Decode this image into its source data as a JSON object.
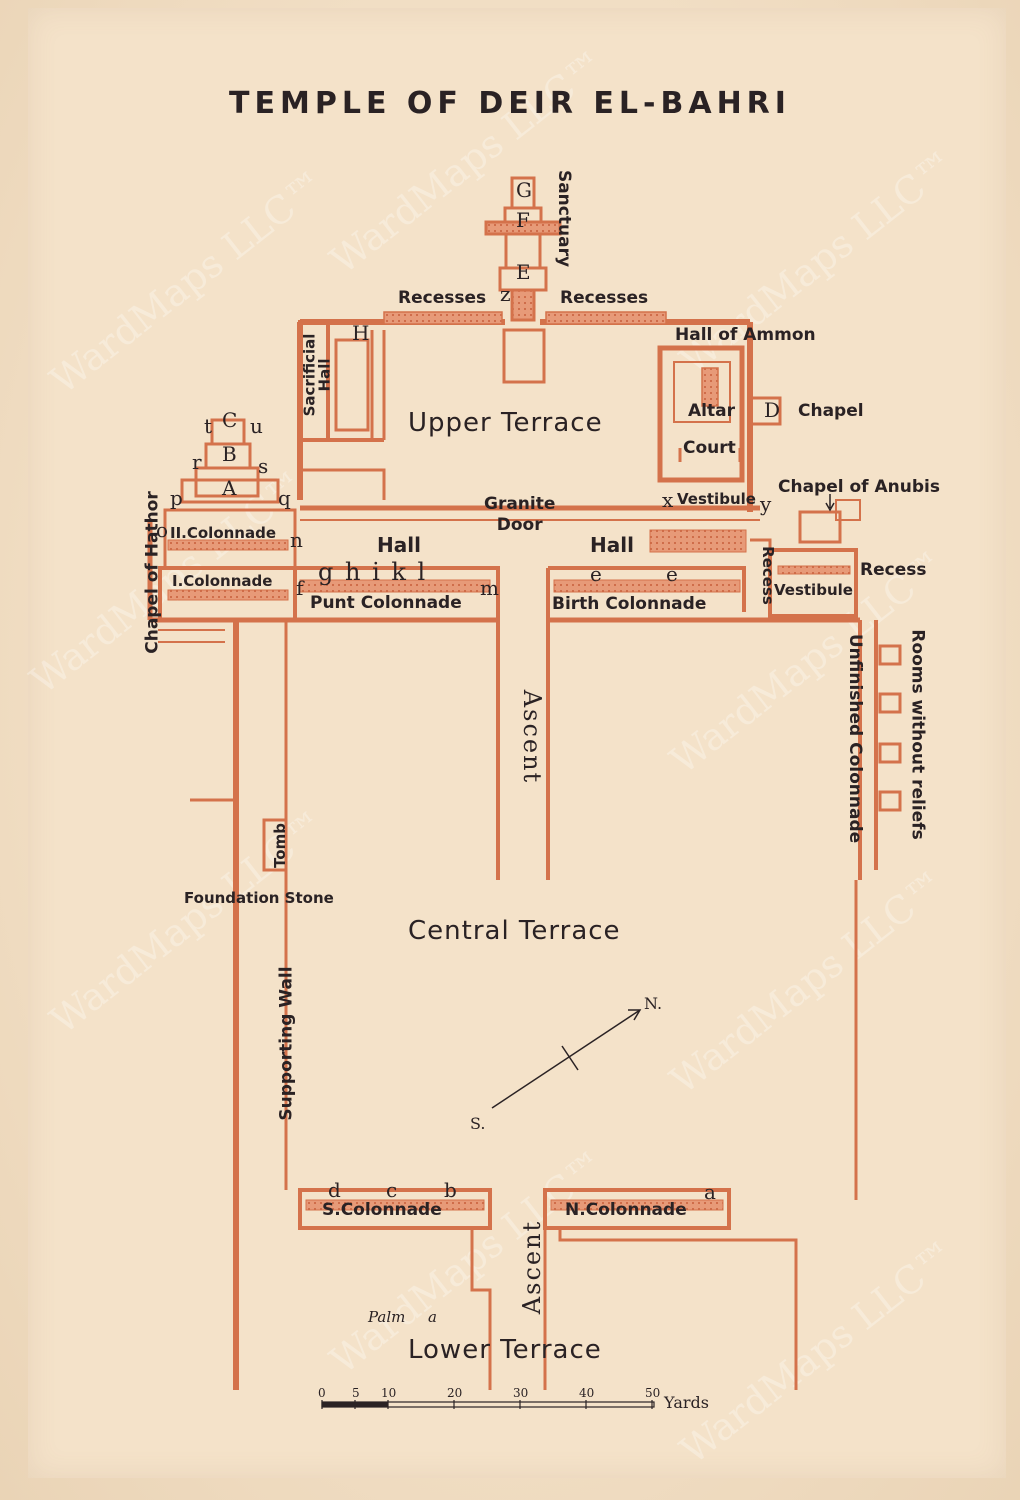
{
  "title": "TEMPLE OF DEIR EL-BAHRI",
  "watermark": "WardMaps LLC™",
  "colors": {
    "plan": "#d4724b",
    "text": "#2a2224",
    "paper": "#f4e2c9"
  },
  "labels": {
    "sanctuary": "Sanctuary",
    "recesses_left": "Recesses",
    "recesses_right": "Recesses",
    "hall_of_ammon": "Hall of Ammon",
    "sacrificial_hall": "Sacrificial\nHall",
    "upper_terrace": "Upper Terrace",
    "altar": "Altar",
    "court": "Court",
    "chapel": "Chapel",
    "chapel_of_anubis": "Chapel of Anubis",
    "granite_door": "Granite\nDoor",
    "vestibule_upper": "Vestibule",
    "colonnade_2": "II.Colonnade",
    "colonnade_1": "I.Colonnade",
    "hall_left": "Hall",
    "hall_right": "Hall",
    "punt_colonnade": "Punt Colonnade",
    "birth_colonnade": "Birth Colonnade",
    "recess_vert": "Recess",
    "vestibule_right": "Vestibule",
    "recess_right": "Recess",
    "chapel_of_hathor": "Chapel of Hathor",
    "rooms_without_reliefs": "Rooms without reliefs",
    "unfinished_colonnade": "Unfinished Colonnade",
    "ascent_upper": "Ascent",
    "tomb": "Tomb",
    "foundation_stone": "Foundation Stone",
    "central_terrace": "Central Terrace",
    "supporting_wall": "Supporting Wall",
    "s_colonnade": "S.Colonnade",
    "n_colonnade": "N.Colonnade",
    "ascent_lower": "Ascent",
    "palm": "Palm",
    "lower_terrace": "Lower Terrace"
  },
  "letters": {
    "G": "G",
    "F": "F",
    "E": "E",
    "z": "z",
    "H": "H",
    "D": "D",
    "x": "x",
    "y": "y",
    "t": "t",
    "C": "C",
    "u": "u",
    "r": "r",
    "B": "B",
    "s": "s",
    "p": "p",
    "A": "A",
    "q": "q",
    "o": "o",
    "n": "n",
    "f": "f",
    "ghikl": "g h i k l",
    "m": "m",
    "e1": "e",
    "e2": "e",
    "d": "d",
    "c": "c",
    "b": "b",
    "a": "a",
    "palm_a": "a"
  },
  "compass": {
    "north": "N.",
    "south": "S."
  },
  "scale": {
    "ticks": [
      "0",
      "5",
      "10",
      "20",
      "30",
      "40",
      "50"
    ],
    "unit": "Yards"
  }
}
